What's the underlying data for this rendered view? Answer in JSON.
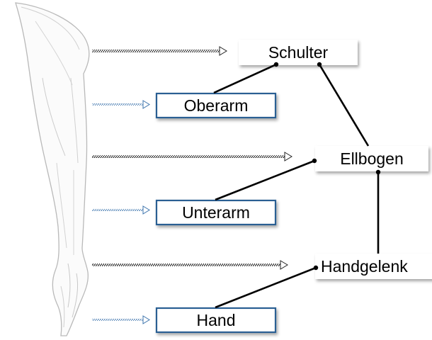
{
  "diagram": {
    "joints": {
      "shoulder": "Schulter",
      "elbow": "Ellbogen",
      "wrist": "Handgelenk"
    },
    "segments": {
      "upper_arm": "Oberarm",
      "forearm": "Unterarm",
      "hand": "Hand"
    },
    "colors": {
      "segment_box_border": "#2b5f93",
      "segment_arrow": "#4a7fb5",
      "joint_arrow": "#222222",
      "connector": "#000000"
    }
  }
}
